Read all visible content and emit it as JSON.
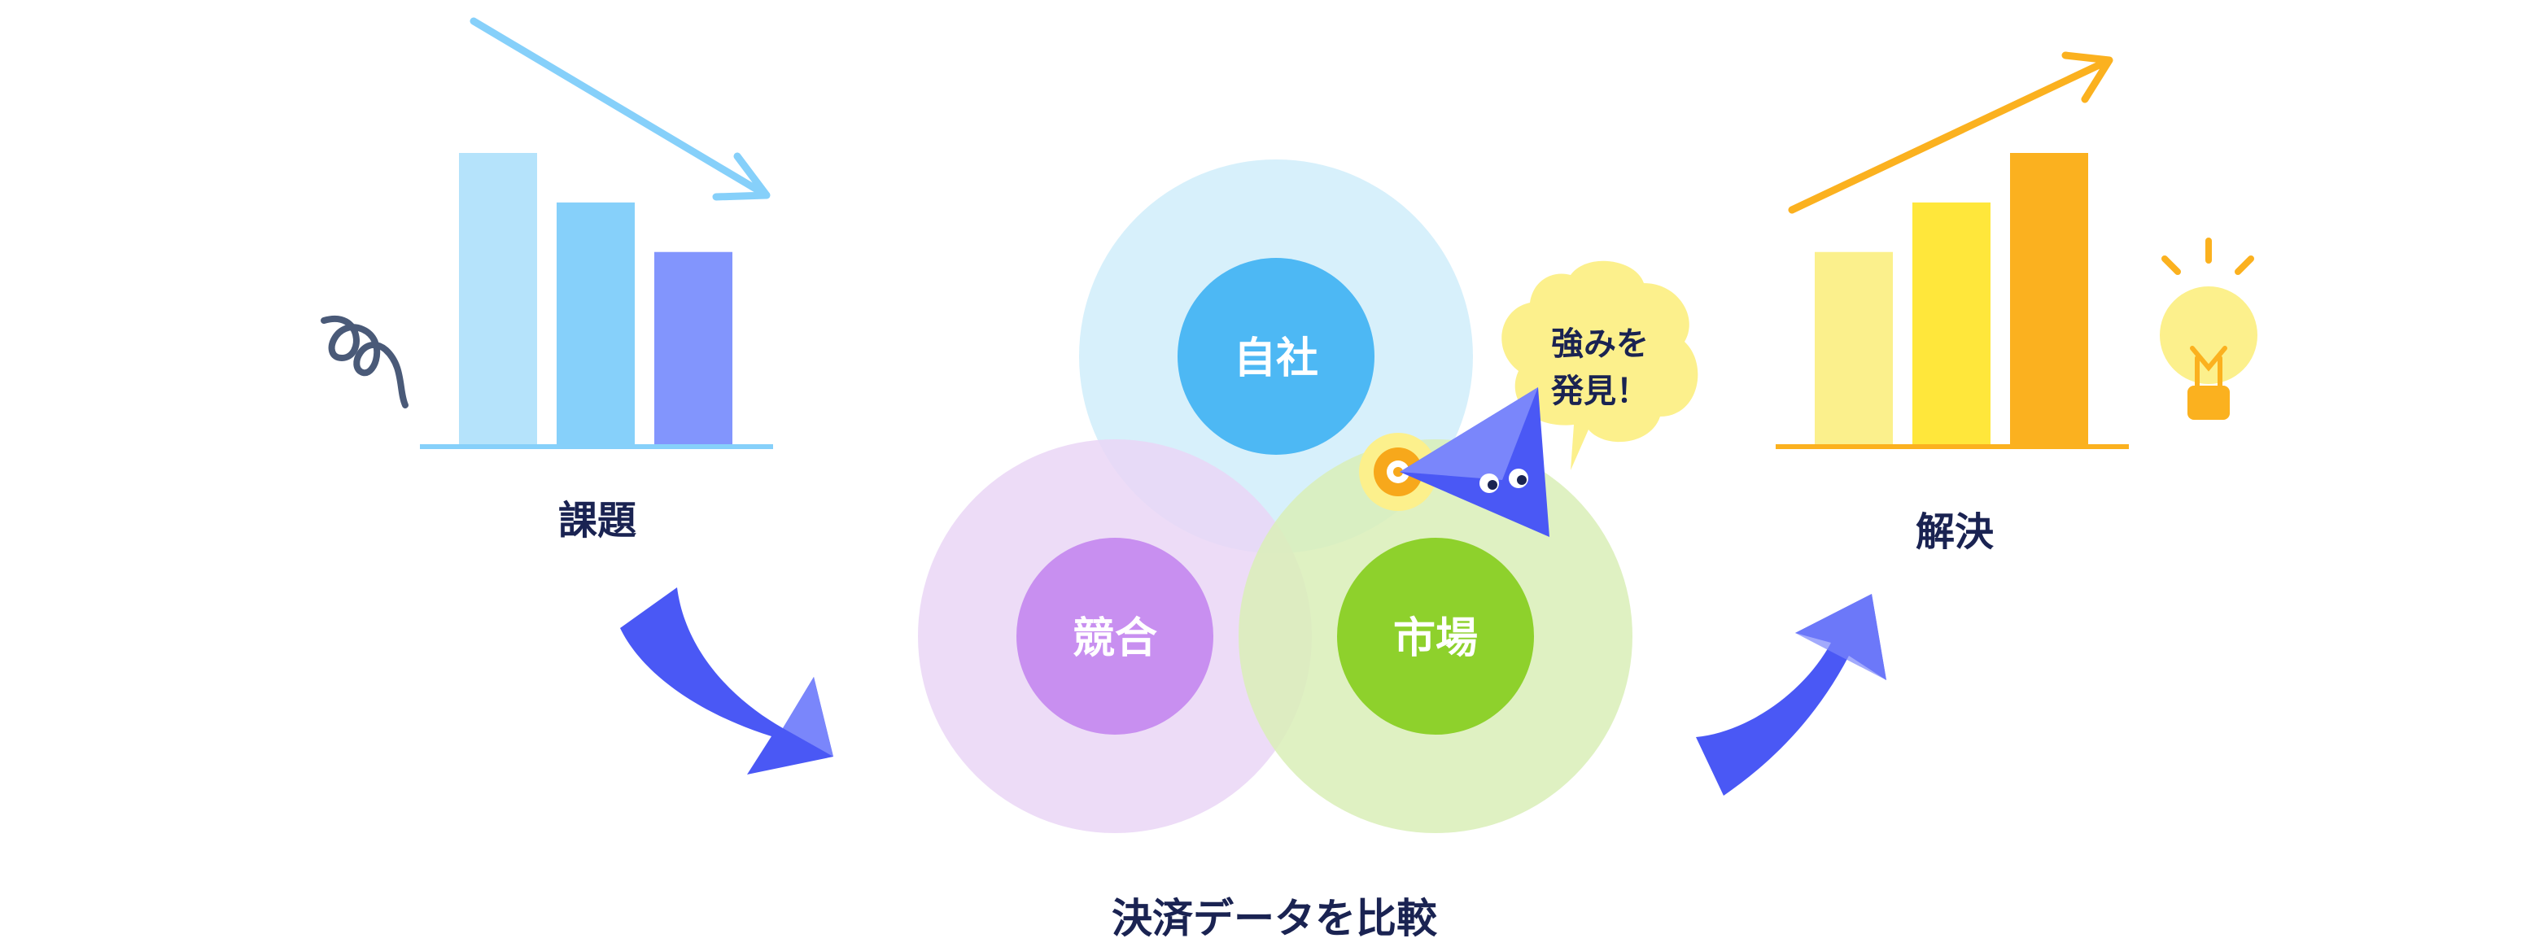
{
  "left_section": {
    "label": "課題",
    "bar_colors": [
      "#b5e3fb",
      "#86d0fa",
      "#8295fd"
    ],
    "bar_levels": [
      1.0,
      0.83,
      0.66
    ]
  },
  "right_section": {
    "label": "解決",
    "bar_colors": [
      "#fbf08c",
      "#ffe73b",
      "#fbb11f"
    ],
    "bar_levels": [
      0.66,
      0.83,
      1.0
    ]
  },
  "venn": {
    "caption": "決済データを比較",
    "self": {
      "label": "自社",
      "outer_color": "#d3eefb",
      "inner_color": "#4db8f4"
    },
    "competitor": {
      "label": "競合",
      "outer_color": "#ead6f6",
      "inner_color": "#c88ff0"
    },
    "market": {
      "label": "市場",
      "outer_color": "#d9efb7",
      "inner_color": "#8ed12c"
    }
  },
  "speech_bubble": {
    "line1": "強みを",
    "line2": "発見！",
    "color": "#fcf08c"
  },
  "colors": {
    "accent_blue": "#4a58f5",
    "text_navy": "#1a2352",
    "arrow_light_blue": "#86d0fa",
    "arrow_orange": "#fbb11f"
  }
}
